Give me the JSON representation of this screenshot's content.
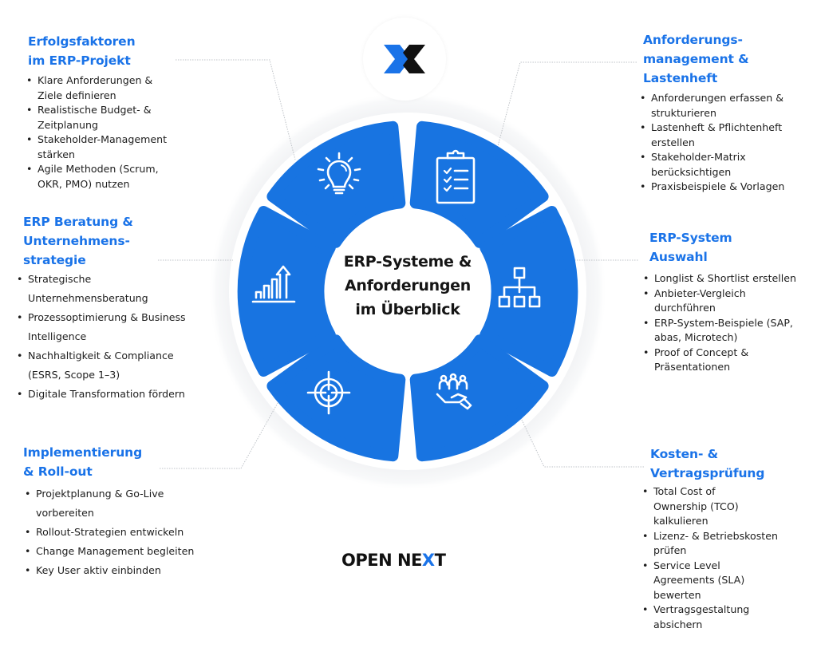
{
  "center": {
    "title_line1": "ERP-Systeme &",
    "title_line2": "Anforderungen",
    "title_line3": "im Überblick"
  },
  "brand": {
    "logo_icon": "open-next-x-icon",
    "wordmark_prefix": "OPEN NE",
    "wordmark_x": "X",
    "wordmark_suffix": "T",
    "colors": {
      "blue": "#1a73e8",
      "black": "#111111"
    }
  },
  "ring": {
    "segment_color": "#1874e1",
    "segments": [
      {
        "icon": "lightbulb-icon",
        "topic": "Erfolgsfaktoren im ERP-Projekt"
      },
      {
        "icon": "clipboard-checklist-icon",
        "topic": "Anforderungsmanagement & Lastenheft"
      },
      {
        "icon": "org-chart-icon",
        "topic": "ERP-System Auswahl"
      },
      {
        "icon": "hand-people-icon",
        "topic": "Kosten- & Vertragsprüfung"
      },
      {
        "icon": "target-crosshair-icon",
        "topic": "Implementierung & Roll-out"
      },
      {
        "icon": "growth-chart-icon",
        "topic": "ERP Beratung & Unternehmensstrategie"
      }
    ]
  },
  "panels": {
    "erfolgsfaktoren": {
      "title_lines": [
        "Erfolgsfaktoren",
        "im ERP-Projekt"
      ],
      "items": [
        "Klare Anforderungen & Ziele definieren",
        "Realistische Budget- & Zeitplanung",
        "Stakeholder-Management stärken",
        "Agile Methoden (Scrum, OKR, PMO) nutzen"
      ]
    },
    "anforderungsmanagement": {
      "title_lines": [
        "Anforderungs-",
        "management &",
        "Lastenheft"
      ],
      "items": [
        "Anforderungen erfassen & strukturieren",
        "Lastenheft & Pflichtenheft erstellen",
        "Stakeholder-Matrix berücksichtigen",
        "Praxisbeispiele & Vorlagen"
      ]
    },
    "beratung": {
      "title_lines": [
        "ERP Beratung &",
        "Unternehmens-",
        "strategie"
      ],
      "items": [
        "Strategische Unternehmensberatung",
        "Prozessoptimierung & Business Intelligence",
        "Nachhaltigkeit & Compliance (ESRS, Scope 1–3)",
        "Digitale Transformation fördern"
      ]
    },
    "auswahl": {
      "title_lines": [
        "ERP-System",
        "Auswahl"
      ],
      "items": [
        "Longlist & Shortlist erstellen",
        "Anbieter-Vergleich durchführen",
        "ERP-System-Beispiele (SAP, abas, Microtech)",
        "Proof of Concept & Präsentationen"
      ]
    },
    "implementierung": {
      "title_lines": [
        "Implementierung",
        "& Roll-out"
      ],
      "items": [
        "Projektplanung & Go-Live vorbereiten",
        "Rollout-Strategien entwickeln",
        "Change Management begleiten",
        "Key User aktiv einbinden"
      ]
    },
    "kosten": {
      "title_lines": [
        "Kosten- &",
        "Vertragsprüfung"
      ],
      "items": [
        "Total Cost of Ownership (TCO) kalkulieren",
        "Lizenz- & Betriebskosten prüfen",
        "Service Level Agreements (SLA) bewerten",
        "Vertragsgestaltung absichern"
      ]
    }
  }
}
